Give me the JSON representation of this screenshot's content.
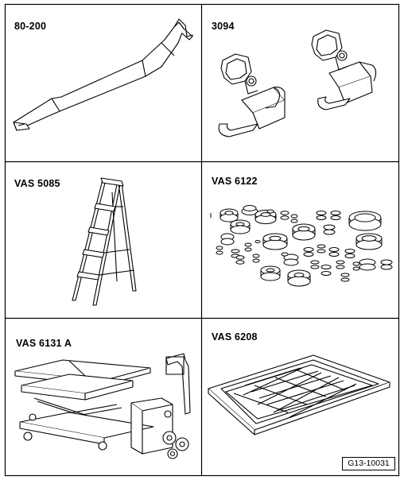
{
  "tools": [
    {
      "id": "80-200",
      "label": "80-200",
      "icon": "pry-lever-icon"
    },
    {
      "id": "3094",
      "label": "3094",
      "icon": "hose-clamp-pliers-icon"
    },
    {
      "id": "vas-5085",
      "label": "VAS 5085",
      "icon": "step-ladder-icon"
    },
    {
      "id": "vas-6122",
      "label": "VAS 6122",
      "icon": "bushing-set-icon"
    },
    {
      "id": "vas-6131-a",
      "label": "VAS 6131 A",
      "icon": "scissor-lift-table-icon"
    },
    {
      "id": "vas-6208",
      "label": "VAS 6208",
      "icon": "drip-tray-icon"
    }
  ],
  "document_ref": "G13-10031"
}
